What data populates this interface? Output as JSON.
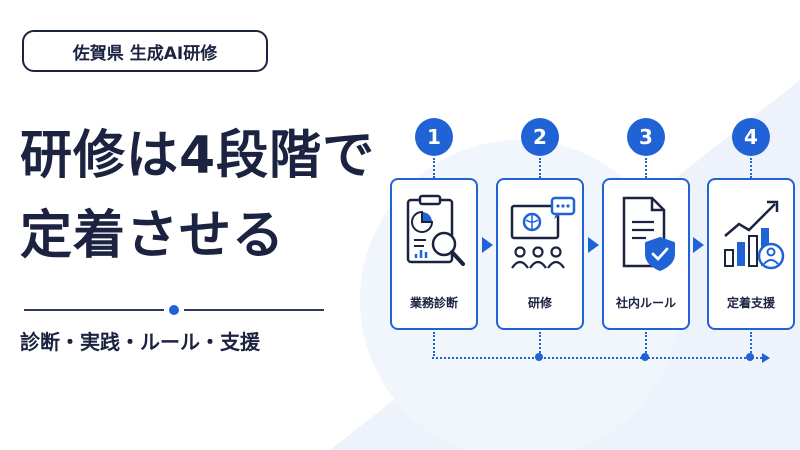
{
  "badge": {
    "text": "佐賀県 生成AI研修"
  },
  "headline": {
    "line1": "研修は4段階で",
    "line2": "定着させる"
  },
  "subline": {
    "text": "診断・実践・ルール・支援"
  },
  "steps": [
    {
      "number": "1",
      "label": "業務診断",
      "icon": "clipboard-chart-magnifier-icon"
    },
    {
      "number": "2",
      "label": "研修",
      "icon": "brain-presentation-audience-icon"
    },
    {
      "number": "3",
      "label": "社内ルール",
      "icon": "document-shield-check-icon"
    },
    {
      "number": "4",
      "label": "定着支援",
      "icon": "growth-chart-user-icon"
    }
  ],
  "colors": {
    "accent": "#1f63d6",
    "navy": "#1b2340",
    "bg_tint": "#eef3fb"
  }
}
